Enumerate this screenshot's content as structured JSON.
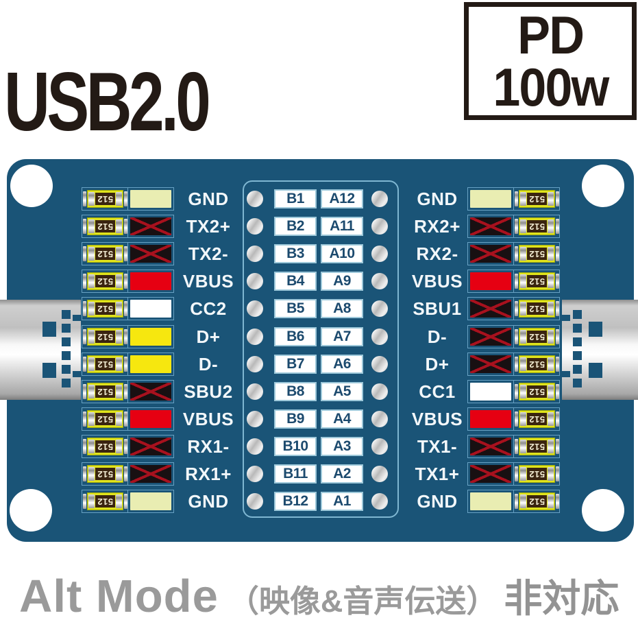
{
  "header": {
    "usb_label": "USB2.0",
    "pd_badge": {
      "line1": "PD",
      "line2": "100w"
    }
  },
  "board": {
    "resistor_marking": "512",
    "palette": {
      "board_blue": "#1a5477",
      "outline_blue": "#68a2c4",
      "grid_border": "#7fb7d2",
      "led_pale_yellow": "#e9edb2",
      "led_red": "#e60012",
      "led_yellow": "#f6e70f",
      "led_white": "#ffffff",
      "led_disabled_bg": "#181012",
      "led_disabled_x": "#a8111e",
      "pin_text": "#1c4a6e",
      "label_text": "#f2f7fa"
    },
    "pins": [
      {
        "left_label": "GND",
        "b": "B1",
        "a": "A12",
        "right_label": "GND",
        "left_led": "pale",
        "right_led": "pale"
      },
      {
        "left_label": "TX2+",
        "b": "B2",
        "a": "A11",
        "right_label": "RX2+",
        "left_led": "x",
        "right_led": "x"
      },
      {
        "left_label": "TX2-",
        "b": "B3",
        "a": "A10",
        "right_label": "RX2-",
        "left_led": "x",
        "right_led": "x"
      },
      {
        "left_label": "VBUS",
        "b": "B4",
        "a": "A9",
        "right_label": "VBUS",
        "left_led": "red",
        "right_led": "red"
      },
      {
        "left_label": "CC2",
        "b": "B5",
        "a": "A8",
        "right_label": "SBU1",
        "left_led": "white",
        "right_led": "x"
      },
      {
        "left_label": "D+",
        "b": "B6",
        "a": "A7",
        "right_label": "D-",
        "left_led": "yellow",
        "right_led": "x"
      },
      {
        "left_label": "D-",
        "b": "B7",
        "a": "A6",
        "right_label": "D+",
        "left_led": "yellow",
        "right_led": "x"
      },
      {
        "left_label": "SBU2",
        "b": "B8",
        "a": "A5",
        "right_label": "CC1",
        "left_led": "x",
        "right_led": "white"
      },
      {
        "left_label": "VBUS",
        "b": "B9",
        "a": "A4",
        "right_label": "VBUS",
        "left_led": "red",
        "right_led": "red"
      },
      {
        "left_label": "RX1-",
        "b": "B10",
        "a": "A3",
        "right_label": "TX1-",
        "left_led": "x",
        "right_led": "x"
      },
      {
        "left_label": "RX1+",
        "b": "B11",
        "a": "A2",
        "right_label": "TX1+",
        "left_led": "x",
        "right_led": "x"
      },
      {
        "left_label": "GND",
        "b": "B12",
        "a": "A1",
        "right_label": "GND",
        "left_led": "pale",
        "right_led": "pale"
      }
    ]
  },
  "footer": {
    "alt_mode": "Alt Mode",
    "detail": "（映像&音声伝送）",
    "status": "非対応"
  }
}
